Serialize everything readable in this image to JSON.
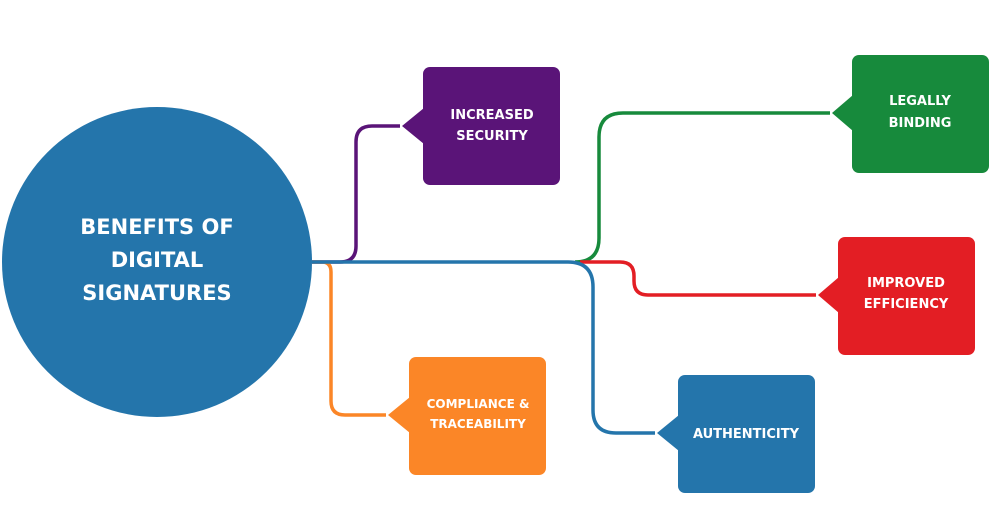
{
  "center": {
    "line1": "BENEFITS OF",
    "line2": "DIGITAL",
    "line3": "SIGNATURES",
    "color": "#2475ab"
  },
  "branches": [
    {
      "line1": "INCREASED",
      "line2": "SECURITY",
      "color": "#5a1478"
    },
    {
      "line1": "LEGALLY",
      "line2": "BINDING",
      "color": "#178a3c"
    },
    {
      "line1": "IMPROVED",
      "line2": "EFFICIENCY",
      "color": "#e31e24"
    },
    {
      "line1": "COMPLIANCE &",
      "line2": "TRACEABILITY",
      "color": "#fb8627"
    },
    {
      "line1": "AUTHENTICITY",
      "color": "#2475ab"
    }
  ]
}
